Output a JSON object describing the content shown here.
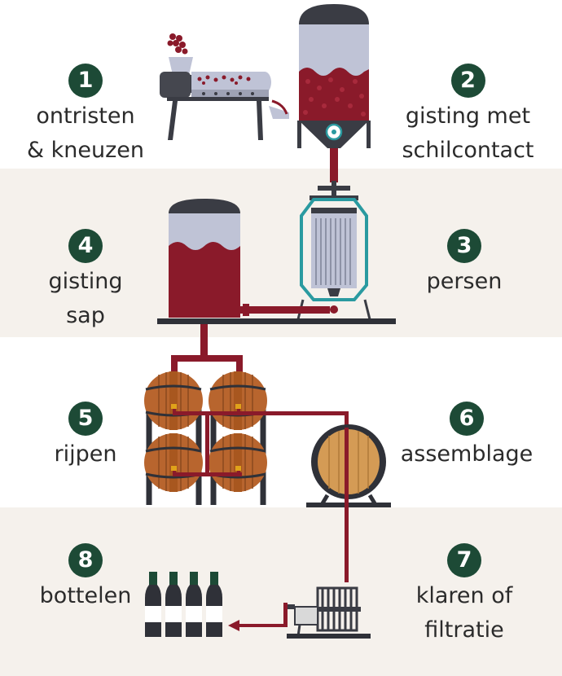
{
  "steps": [
    {
      "num": "1",
      "lines": [
        "ontristen",
        "& kneuzen"
      ]
    },
    {
      "num": "2",
      "lines": [
        "gisting met",
        "schilcontact"
      ]
    },
    {
      "num": "3",
      "lines": [
        "persen"
      ]
    },
    {
      "num": "4",
      "lines": [
        "gisting",
        "sap"
      ]
    },
    {
      "num": "5",
      "lines": [
        "rijpen"
      ]
    },
    {
      "num": "6",
      "lines": [
        "assemblage"
      ]
    },
    {
      "num": "7",
      "lines": [
        "klaren of",
        "filtratie"
      ]
    },
    {
      "num": "8",
      "lines": [
        "bottelen"
      ]
    }
  ],
  "colors": {
    "wine": "#8a1a2a",
    "dark_green": "#1d4a36",
    "band": "#f5f1ec",
    "steel": "#bfc3d6",
    "dark": "#3a3c44",
    "barrel": "#b8652e",
    "cage": "#2a9aa0"
  }
}
